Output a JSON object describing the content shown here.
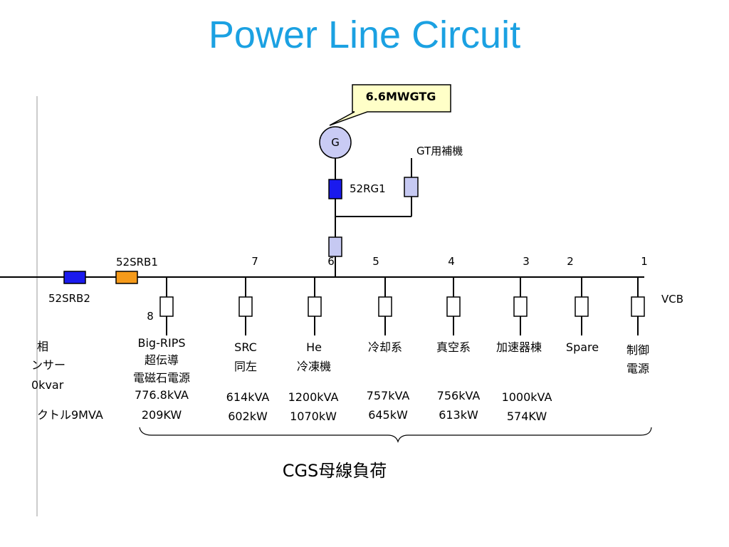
{
  "title": "Power Line Circuit",
  "callout": "6.6MWGTG",
  "generator": "G",
  "gt_aux": "GT用補機",
  "breakers": {
    "rg1": "52RG1",
    "srb1": "52SRB1",
    "srb2": "52SRB2",
    "vcb": "VCB"
  },
  "feeder_numbers": [
    "7",
    "6",
    "5",
    "4",
    "3",
    "2",
    "1"
  ],
  "feeder8_number": "8",
  "left_cut_text": [
    "相",
    "ンサー",
    "0kvar",
    "クトル9MVA"
  ],
  "loads": [
    {
      "name": [
        "Big-RIPS",
        "超伝導",
        "電磁石電源"
      ],
      "kva": "776.8kVA",
      "kw": "209KW"
    },
    {
      "name": [
        "SRC",
        "同左"
      ],
      "kva": "614kVA",
      "kw": "602kW"
    },
    {
      "name": [
        "He",
        "冷凍機"
      ],
      "kva": "1200kVA",
      "kw": "1070kW"
    },
    {
      "name": [
        "冷却系"
      ],
      "kva": "757kVA",
      "kw": "645kW"
    },
    {
      "name": [
        "真空系"
      ],
      "kva": "756kVA",
      "kw": "613kW"
    },
    {
      "name": [
        "加速器棟"
      ],
      "kva": "1000kVA",
      "kw": "574KW"
    },
    {
      "name": [
        "Spare"
      ],
      "kva": "",
      "kw": ""
    },
    {
      "name": [
        "制御",
        "電源"
      ],
      "kva": "",
      "kw": ""
    }
  ],
  "cgs_label": "CGS母線負荷",
  "colors": {
    "title": "#1ba1e2",
    "breaker_blue": "#1a1aee",
    "breaker_light": "#c6c9f2",
    "breaker_orange": "#f59a1a",
    "generator_fill": "#c9cbf4",
    "callout_fill": "#ffffc8",
    "srb1_text": "#e0000e"
  }
}
